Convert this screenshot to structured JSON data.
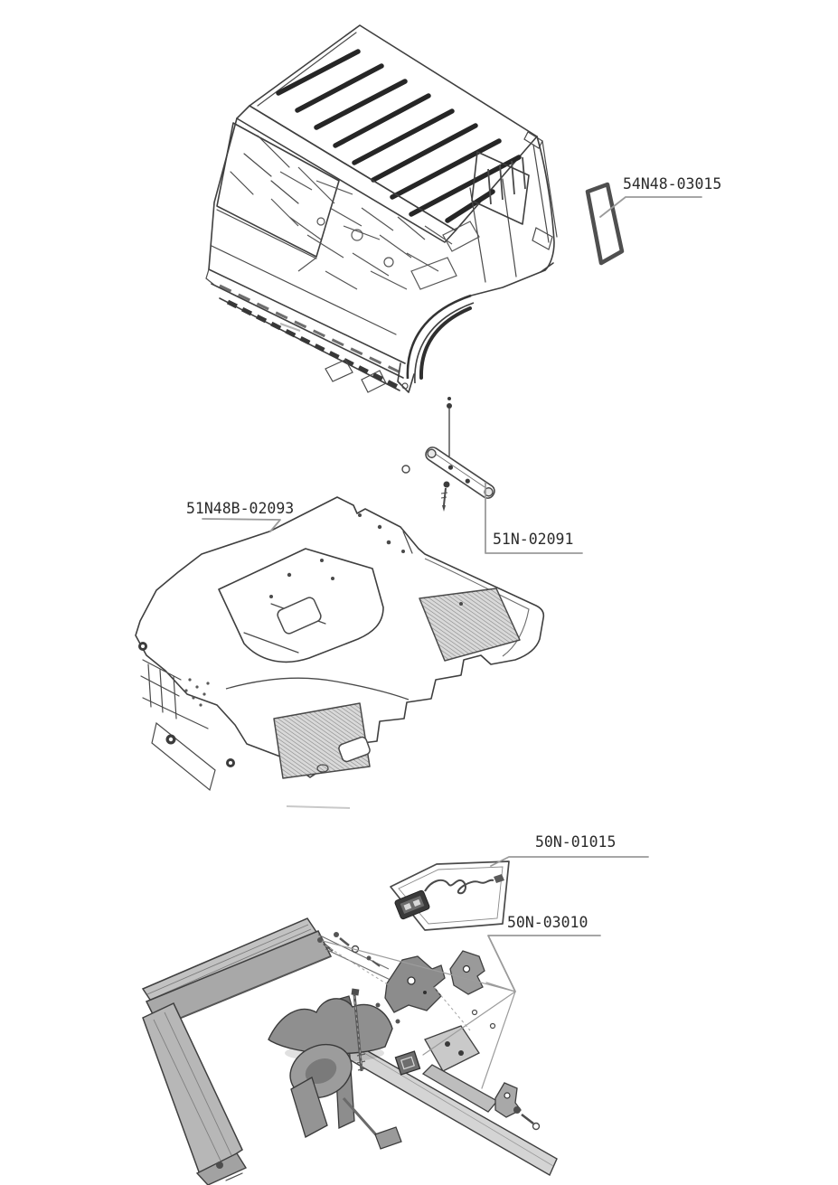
{
  "document": {
    "type": "truck-parts-catalog-page",
    "background_color": "#ffffff",
    "drawing_line_color": "#3f3f3f",
    "leader_line_color": "#9a9a9a",
    "label_text_color": "#2b2b2b"
  },
  "figures": [
    {
      "name": "cab-assembly",
      "parts": [
        {
          "part_number": "54N48-03015"
        }
      ]
    },
    {
      "name": "floor-mat-assembly",
      "parts": [
        {
          "part_number": "51N48B-02093"
        },
        {
          "part_number": "51N-02091"
        }
      ]
    },
    {
      "name": "chassis-cab-mounting",
      "parts": [
        {
          "part_number": "50N-01015"
        },
        {
          "part_number": "50N-03010"
        }
      ]
    }
  ]
}
